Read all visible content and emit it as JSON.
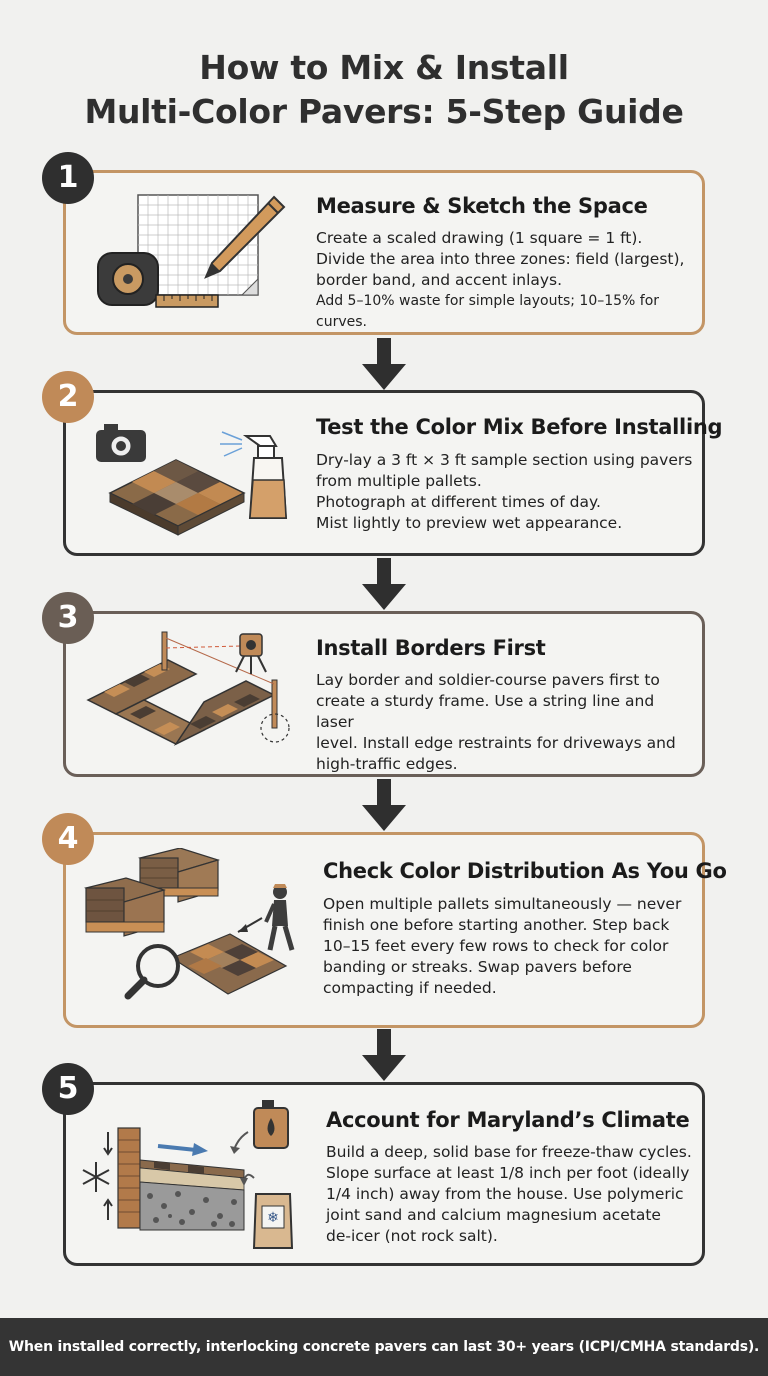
{
  "title": {
    "line1": "How to Mix & Install",
    "line2": "Multi-Color Pavers: 5-Step Guide"
  },
  "steps": [
    {
      "number": "1",
      "title": "Measure & Sketch the Space",
      "lines": [
        "Create a scaled drawing (1 square = 1 ft).",
        "Divide the area into three zones: field (largest),",
        "border band, and accent inlays.",
        "Add 5–10% waste for simple layouts; 10–15% for curves."
      ],
      "illustration": [
        "graph-paper-icon",
        "pencil-icon",
        "tape-measure-icon"
      ]
    },
    {
      "number": "2",
      "title": "Test the Color Mix Before Installing",
      "lines": [
        "Dry-lay a 3 ft × 3 ft sample section using pavers",
        "from multiple pallets.",
        "Photograph at different times of day.",
        "Mist lightly to preview wet appearance."
      ],
      "illustration": [
        "camera-icon",
        "paver-sample-icon",
        "spray-bottle-icon"
      ]
    },
    {
      "number": "3",
      "title": "Install Borders First",
      "lines": [
        "Lay border and soldier-course pavers first to",
        "create a sturdy frame. Use a string line and laser",
        "level. Install edge restraints for driveways and",
        "high-traffic edges."
      ],
      "illustration": [
        "border-pavers-icon",
        "laser-level-icon",
        "stake-icon"
      ]
    },
    {
      "number": "4",
      "title": "Check Color Distribution As You Go",
      "lines": [
        "Open multiple pallets simultaneously — never",
        "finish one before starting another. Step back",
        "10–15 feet every few rows to check for color",
        "banding or streaks. Swap pavers before",
        "compacting if needed."
      ],
      "illustration": [
        "pallet-stack-icon",
        "worker-icon",
        "magnifier-icon"
      ]
    },
    {
      "number": "5",
      "title": "Account for Maryland’s Climate",
      "lines": [
        "Build a deep, solid base for freeze-thaw cycles.",
        "Slope surface at least 1/8 inch per foot (ideally",
        "1/4 inch) away from the house. Use polymeric",
        "joint sand and calcium magnesium acetate",
        "de-icer (not rock salt)."
      ],
      "illustration": [
        "snowflake-icon",
        "base-cross-section-icon",
        "sealant-jug-icon",
        "deicer-bag-icon"
      ]
    }
  ],
  "footer": "When installed correctly, interlocking concrete pavers can last 30+ years (ICPI/CMHA standards).",
  "colors": {
    "background": "#f1f1ef",
    "tan": "#c08a58",
    "dark": "#2f2f2f",
    "gray": "#6a5e55",
    "footer": "#343434"
  }
}
